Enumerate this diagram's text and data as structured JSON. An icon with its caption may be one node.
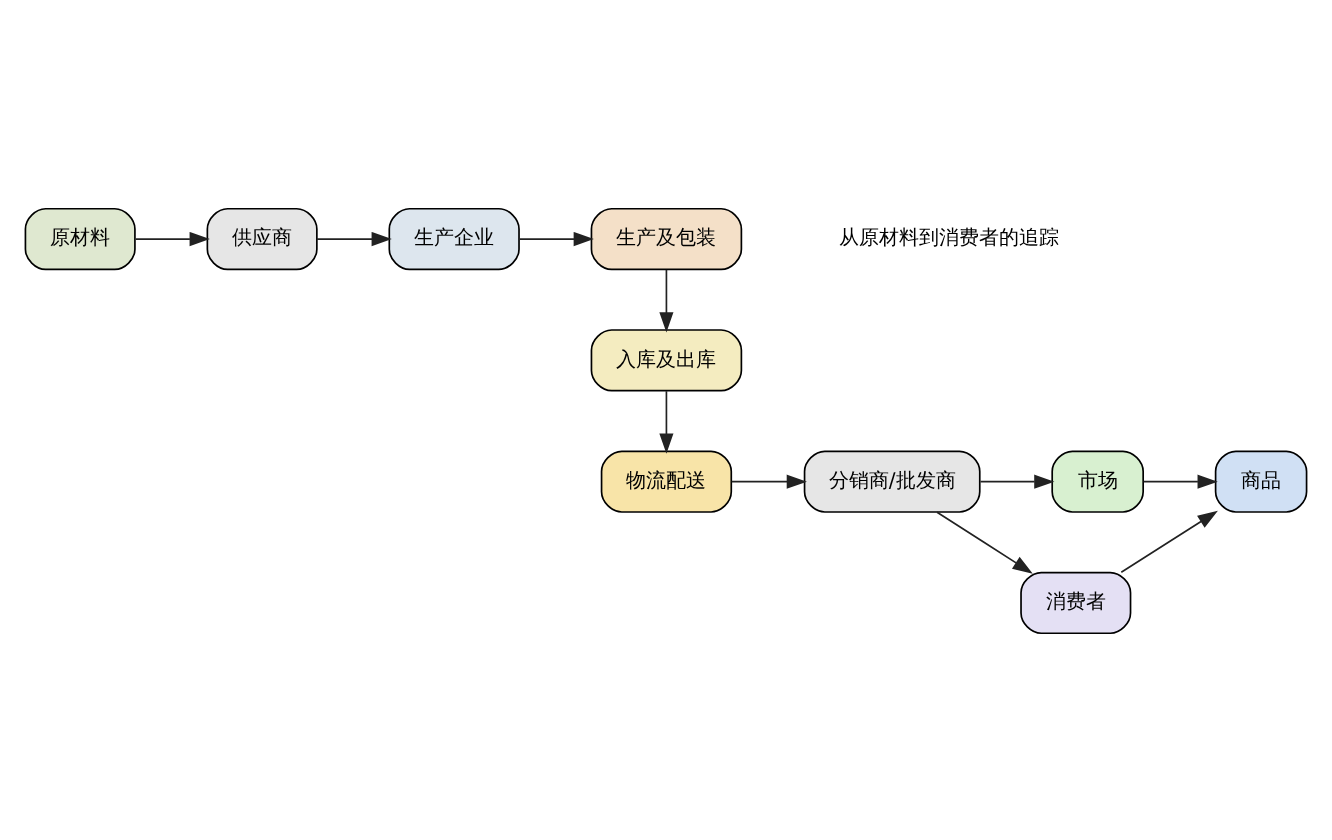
{
  "diagram": {
    "nodes": [
      {
        "text": [
          "原材料"
        ]
      },
      {
        "text": [
          "供应商"
        ]
      },
      {
        "text": [
          "生产企业"
        ]
      },
      {
        "text": [
          "生产及包装"
        ]
      },
      {
        "text": [
          "入库及出库"
        ]
      },
      {
        "text": [
          "物流配送"
        ]
      },
      {
        "text": [
          "分销商/批发商"
        ]
      },
      {
        "text": [
          "市场"
        ]
      },
      {
        "text": [
          "消费者"
        ]
      },
      {
        "text": [
          "商品"
        ]
      }
    ],
    "edges": [
      {
        "from": 0,
        "to": 1,
        "arrow": "to"
      },
      {
        "from": 1,
        "to": 2,
        "arrow": "to"
      },
      {
        "from": 2,
        "to": 3,
        "arrow": "to"
      },
      {
        "from": 3,
        "to": 4,
        "arrow": "to"
      },
      {
        "from": 4,
        "to": 5,
        "arrow": "to"
      },
      {
        "from": 5,
        "to": 6,
        "arrow": "to"
      },
      {
        "from": 6,
        "to": 7,
        "arrow": "to"
      },
      {
        "from": 6,
        "to": 8,
        "arrow": "to"
      },
      {
        "from": 8,
        "to": 9,
        "arrow": "to"
      },
      {
        "from": 7,
        "to": 9,
        "arrow": "to"
      }
    ],
    "labels": [
      "从原材料到消费者的追踪"
    ]
  }
}
